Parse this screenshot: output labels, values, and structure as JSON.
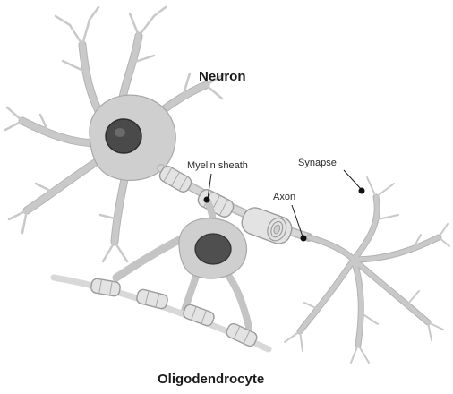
{
  "labels": {
    "neuron": "Neuron",
    "myelin_sheath": "Myelin sheath",
    "synapse": "Synapse",
    "axon": "Axon",
    "oligodendrocyte": "Oligodendrocyte"
  },
  "colors": {
    "background": "#ffffff",
    "cell_fill": "#cfcfcf",
    "nucleus": "#4a4a4a",
    "pointer": "#111111"
  }
}
